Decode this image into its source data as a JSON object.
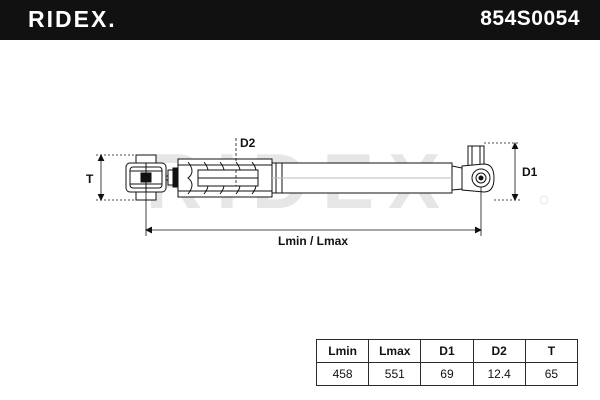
{
  "header": {
    "brand": "RIDEX.",
    "part_number": "854S0054"
  },
  "diagram": {
    "watermark": "RIDEX",
    "label_d1": "D1",
    "label_d2": "D2",
    "label_t": "T",
    "label_length": "Lmin / Lmax"
  },
  "specs": {
    "headers": [
      "Lmin",
      "Lmax",
      "D1",
      "D2",
      "T"
    ],
    "values": [
      "458",
      "551",
      "69",
      "12.4",
      "65"
    ]
  },
  "colors": {
    "header_bg": "#111111",
    "header_text": "#ffffff",
    "line": "#111111",
    "watermark": "#e6e6e6"
  }
}
